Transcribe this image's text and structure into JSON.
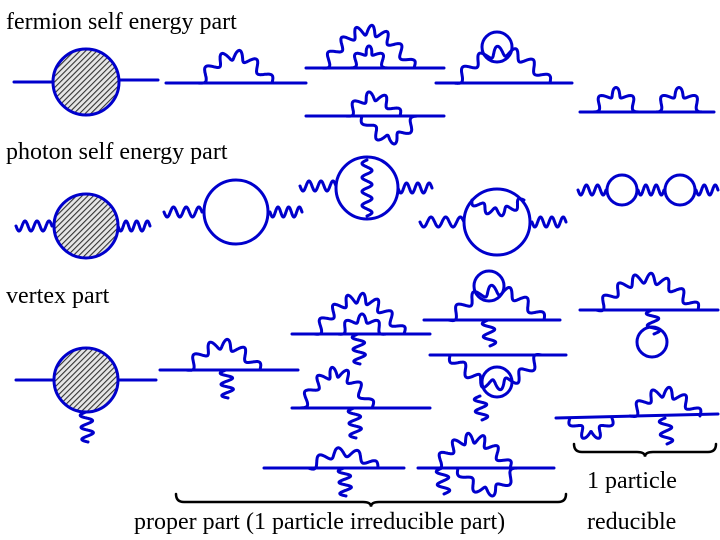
{
  "sections": {
    "fermion": {
      "label": "fermion self energy part"
    },
    "photon": {
      "label": "photon self energy part"
    },
    "vertex": {
      "label": "vertex part"
    }
  },
  "footer": {
    "proper": "proper part (1 particle irreducible part)",
    "reducible_line1": "1 particle",
    "reducible_line2": "reducible"
  },
  "colors": {
    "line": "#0000cc",
    "blob_fill": "#9a9a9a",
    "text": "#000000"
  }
}
